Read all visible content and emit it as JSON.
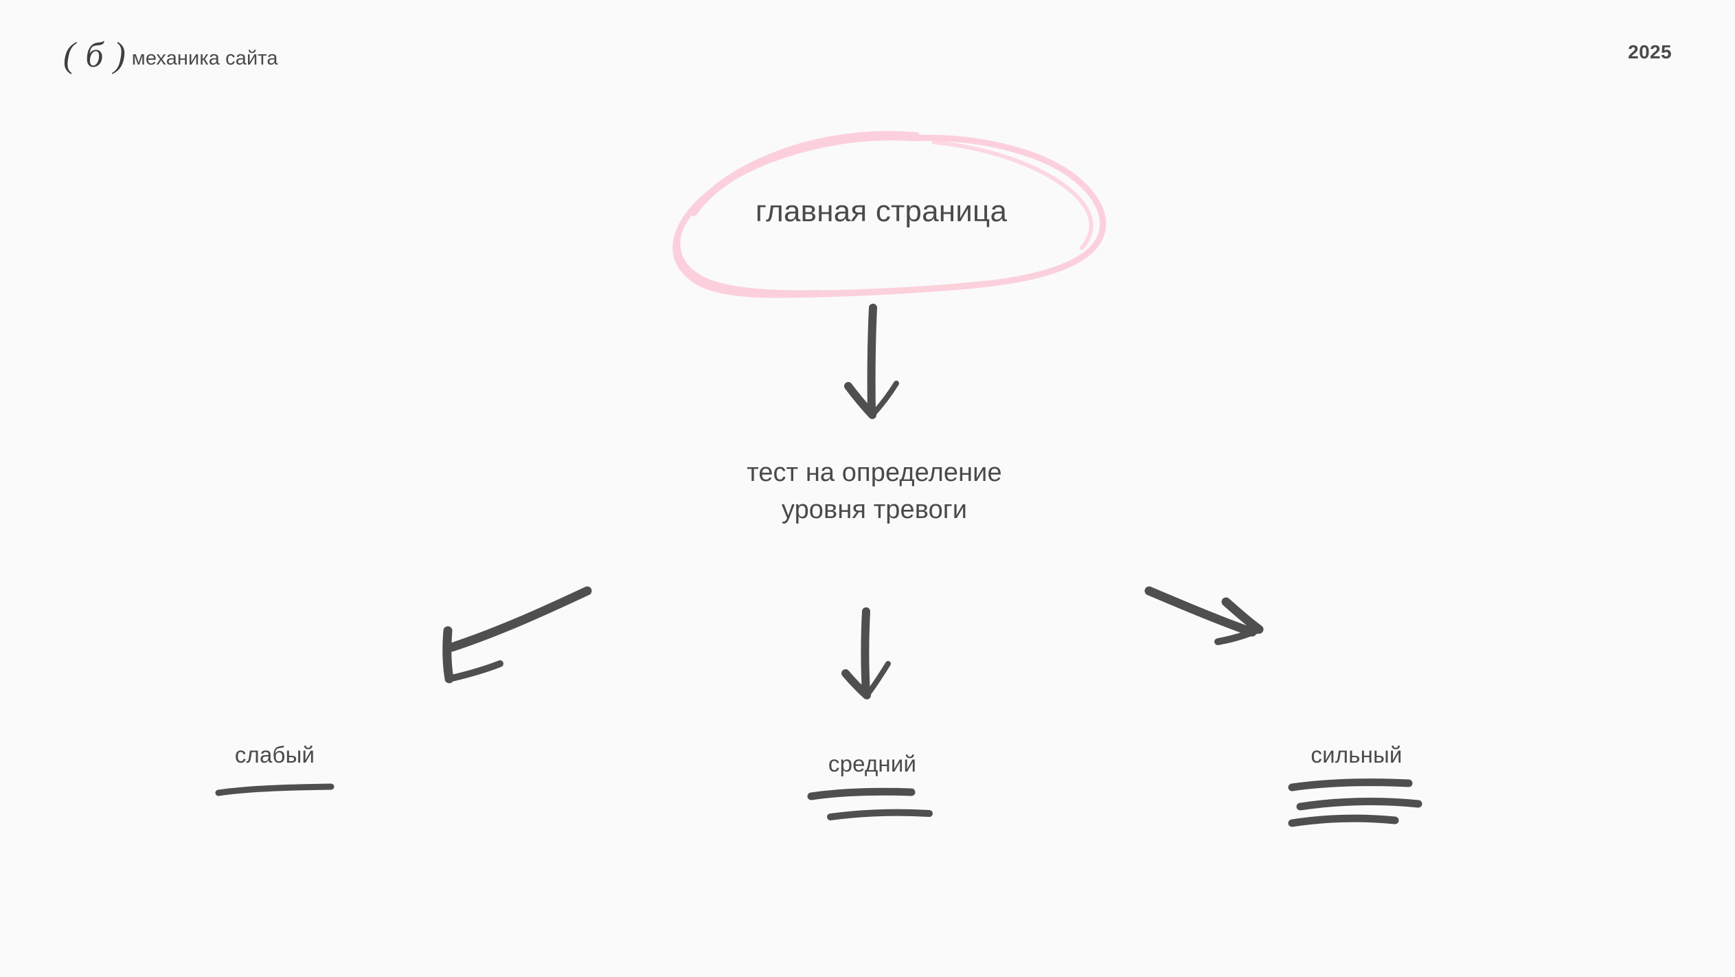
{
  "page": {
    "background_color": "#fafafa",
    "text_color": "#4a4a4a",
    "accent_color": "#fbd0dc",
    "ink_color": "#4f4f4f"
  },
  "header": {
    "brand_mark": "( б )",
    "brand_text": "механика сайта",
    "year": "2025"
  },
  "diagram": {
    "root": {
      "label": "главная страница",
      "highlight": "pink-hand-drawn-oval"
    },
    "test": {
      "line1": "тест на определение",
      "line2": "уровня тревоги"
    },
    "levels": [
      {
        "label": "слабый",
        "strokes": 1
      },
      {
        "label": "средний",
        "strokes": 2
      },
      {
        "label": "сильный",
        "strokes": 3
      }
    ],
    "arrows": [
      {
        "name": "root-to-test",
        "direction": "down"
      },
      {
        "name": "test-to-weak",
        "direction": "down-left"
      },
      {
        "name": "test-to-medium",
        "direction": "down"
      },
      {
        "name": "test-to-strong",
        "direction": "down-right"
      }
    ]
  }
}
